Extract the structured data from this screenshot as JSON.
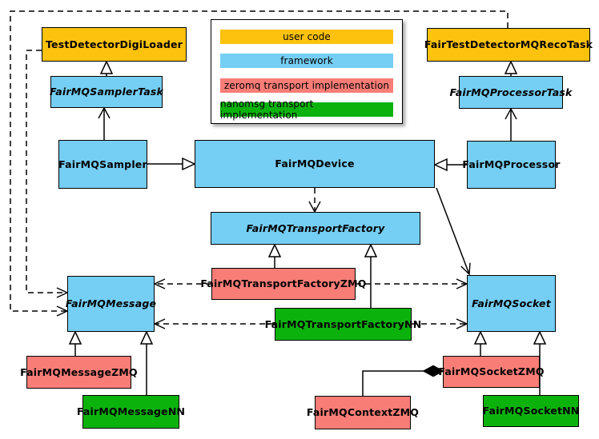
{
  "legend": {
    "items": [
      {
        "label": "user code",
        "color": "#FCC20D",
        "category": "user-code"
      },
      {
        "label": "framework",
        "color": "#75CEF3",
        "category": "framework"
      },
      {
        "label": "zeromq transport implementation",
        "color": "#F97D77",
        "category": "zeromq"
      },
      {
        "label": "nanomsg transport implementation",
        "color": "#0CB20C",
        "category": "nanomsg"
      }
    ]
  },
  "nodes": [
    {
      "id": "TestDetectorDigiLoader",
      "label": "TestDetectorDigiLoader",
      "category": "user-code",
      "abstract": false
    },
    {
      "id": "FairTestDetectorMQRecoTask",
      "label": "FairTestDetectorMQRecoTask",
      "category": "user-code",
      "abstract": false
    },
    {
      "id": "FairMQSamplerTask",
      "label": "FairMQSamplerTask",
      "category": "framework",
      "abstract": true
    },
    {
      "id": "FairMQProcessorTask",
      "label": "FairMQProcessorTask",
      "category": "framework",
      "abstract": true
    },
    {
      "id": "FairMQSampler",
      "label": "FairMQSampler",
      "category": "framework",
      "abstract": false
    },
    {
      "id": "FairMQDevice",
      "label": "FairMQDevice",
      "category": "framework",
      "abstract": false
    },
    {
      "id": "FairMQProcessor",
      "label": "FairMQProcessor",
      "category": "framework",
      "abstract": false
    },
    {
      "id": "FairMQTransportFactory",
      "label": "FairMQTransportFactory",
      "category": "framework",
      "abstract": true
    },
    {
      "id": "FairMQTransportFactoryZMQ",
      "label": "FairMQTransportFactoryZMQ",
      "category": "zeromq",
      "abstract": false
    },
    {
      "id": "FairMQTransportFactoryNN",
      "label": "FairMQTransportFactoryNN",
      "category": "nanomsg",
      "abstract": false
    },
    {
      "id": "FairMQMessage",
      "label": "FairMQMessage",
      "category": "framework",
      "abstract": true
    },
    {
      "id": "FairMQSocket",
      "label": "FairMQSocket",
      "category": "framework",
      "abstract": true
    },
    {
      "id": "FairMQMessageZMQ",
      "label": "FairMQMessageZMQ",
      "category": "zeromq",
      "abstract": false
    },
    {
      "id": "FairMQMessageNN",
      "label": "FairMQMessageNN",
      "category": "nanomsg",
      "abstract": false
    },
    {
      "id": "FairMQSocketZMQ",
      "label": "FairMQSocketZMQ",
      "category": "zeromq",
      "abstract": false
    },
    {
      "id": "FairMQSocketNN",
      "label": "FairMQSocketNN",
      "category": "nanomsg",
      "abstract": false
    },
    {
      "id": "FairMQContextZMQ",
      "label": "FairMQContextZMQ",
      "category": "zeromq",
      "abstract": false
    }
  ],
  "edges": [
    {
      "from": "FairMQSamplerTask",
      "to": "TestDetectorDigiLoader",
      "type": "inheritance"
    },
    {
      "from": "FairMQProcessorTask",
      "to": "FairTestDetectorMQRecoTask",
      "type": "inheritance"
    },
    {
      "from": "FairMQSampler",
      "to": "FairMQSamplerTask",
      "type": "association"
    },
    {
      "from": "FairMQProcessor",
      "to": "FairMQProcessorTask",
      "type": "association"
    },
    {
      "from": "FairMQSampler",
      "to": "FairMQDevice",
      "type": "inheritance"
    },
    {
      "from": "FairMQProcessor",
      "to": "FairMQDevice",
      "type": "inheritance"
    },
    {
      "from": "FairMQDevice",
      "to": "FairMQTransportFactory",
      "type": "dependency"
    },
    {
      "from": "FairMQDevice",
      "to": "FairMQSocket",
      "type": "association"
    },
    {
      "from": "FairMQTransportFactoryZMQ",
      "to": "FairMQTransportFactory",
      "type": "inheritance"
    },
    {
      "from": "FairMQTransportFactoryNN",
      "to": "FairMQTransportFactory",
      "type": "inheritance"
    },
    {
      "from": "FairMQTransportFactoryZMQ",
      "to": "FairMQMessage",
      "type": "dependency"
    },
    {
      "from": "FairMQTransportFactoryZMQ",
      "to": "FairMQSocket",
      "type": "dependency"
    },
    {
      "from": "FairMQTransportFactoryNN",
      "to": "FairMQMessage",
      "type": "dependency"
    },
    {
      "from": "FairMQTransportFactoryNN",
      "to": "FairMQSocket",
      "type": "dependency"
    },
    {
      "from": "TestDetectorDigiLoader",
      "to": "FairMQMessage",
      "type": "dependency"
    },
    {
      "from": "FairTestDetectorMQRecoTask",
      "to": "FairMQMessage",
      "type": "dependency"
    },
    {
      "from": "FairMQMessageZMQ",
      "to": "FairMQMessage",
      "type": "inheritance"
    },
    {
      "from": "FairMQMessageNN",
      "to": "FairMQMessage",
      "type": "inheritance"
    },
    {
      "from": "FairMQSocketZMQ",
      "to": "FairMQSocket",
      "type": "inheritance"
    },
    {
      "from": "FairMQSocketNN",
      "to": "FairMQSocket",
      "type": "inheritance"
    },
    {
      "from": "FairMQContextZMQ",
      "to": "FairMQSocketZMQ",
      "type": "composition"
    }
  ]
}
